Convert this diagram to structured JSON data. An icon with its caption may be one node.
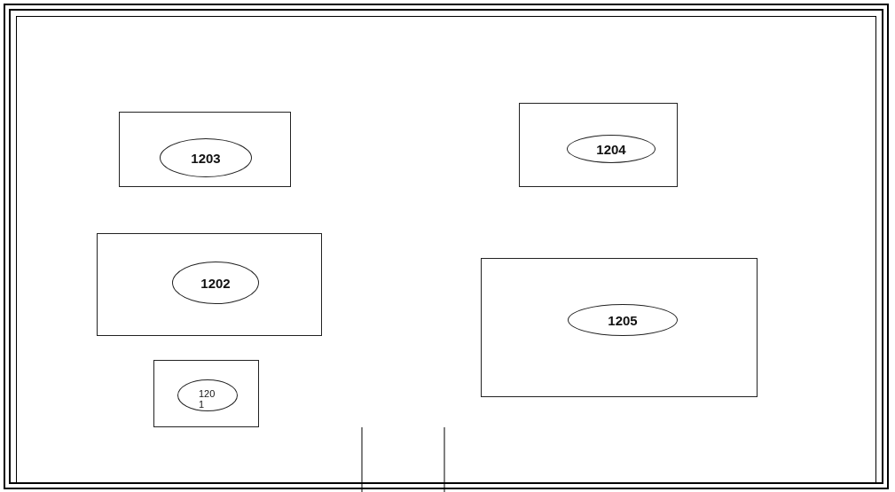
{
  "diagram": {
    "nodes": [
      {
        "text": [],
        "shape": "box"
      },
      {
        "text": [
          "1203"
        ],
        "in": 0
      },
      {
        "text": [],
        "shape": "box"
      },
      {
        "text": [
          "1204"
        ],
        "in": 2
      },
      {
        "text": [],
        "shape": "box"
      },
      {
        "text": [
          "1202"
        ],
        "in": 4
      },
      {
        "text": [],
        "shape": "box"
      },
      {
        "text": [
          "1205"
        ],
        "in": 6
      },
      {
        "text": [],
        "shape": "box"
      },
      {
        "text": [
          "1201"
        ],
        "in": 8
      }
    ]
  }
}
